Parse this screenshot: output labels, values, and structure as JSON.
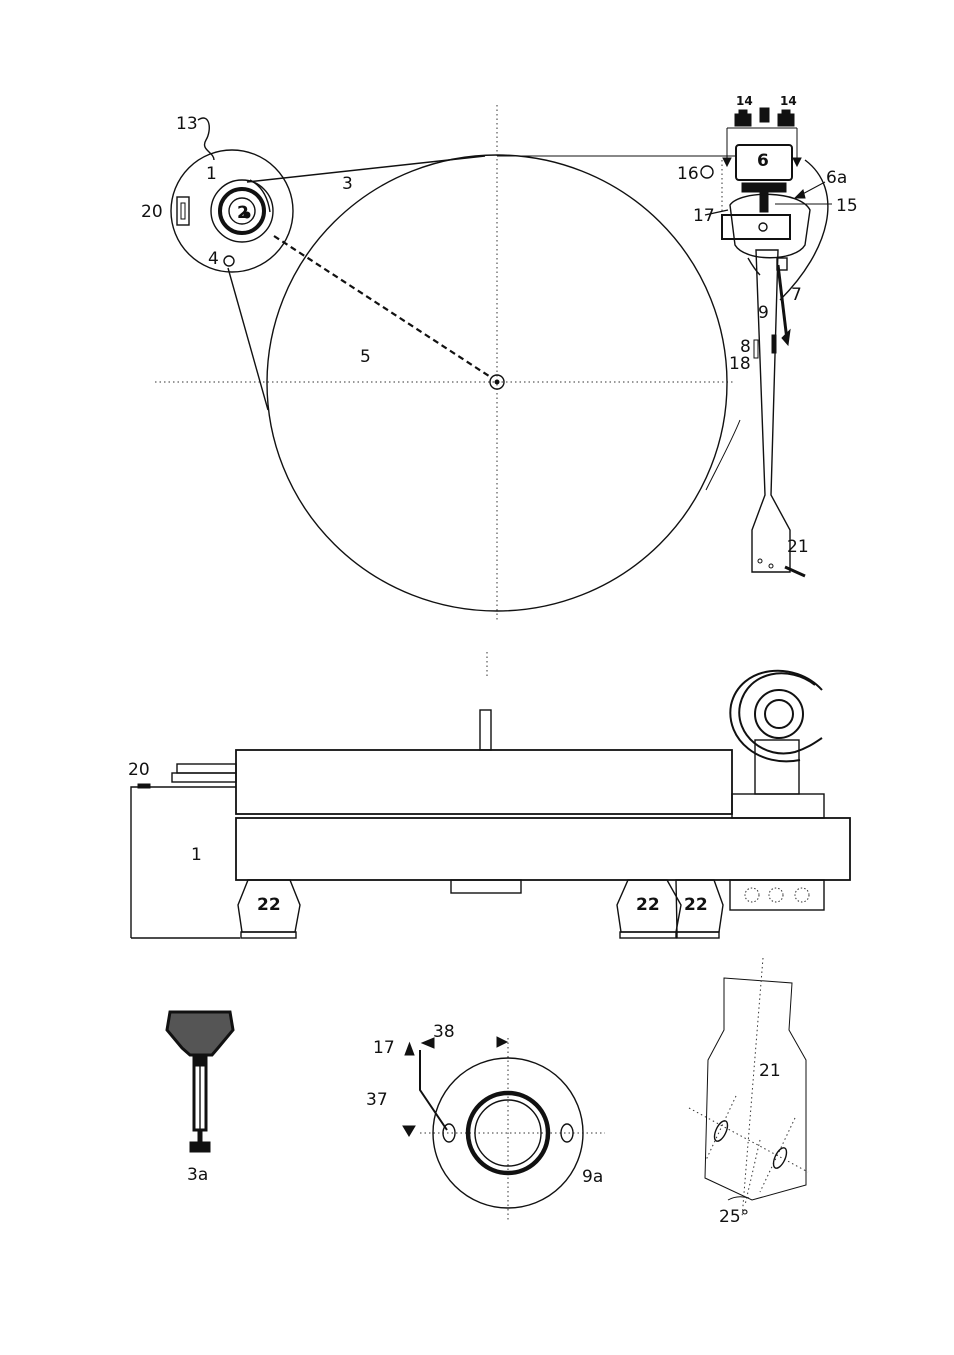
{
  "diagram": {
    "top_view": {
      "labels": {
        "motor_unit": "1",
        "pulley": "2",
        "belt": "3",
        "motor_screw": "4",
        "platter": "5",
        "counterweight": "6",
        "counterweight_arrow": "6a",
        "antiskating_weight": "7",
        "arm_lift": "8",
        "tonearm": "9",
        "wire": "13",
        "weight_screws_left": "14",
        "weight_screws_right": "14",
        "stub": "15",
        "thread_guide": "16",
        "bearing_screw": "17",
        "rest": "18",
        "switch": "20",
        "headshell": "21"
      }
    },
    "side_view": {
      "labels": {
        "switch": "20",
        "motor_unit": "1",
        "foot_left": "22",
        "foot_mid": "22",
        "foot_right": "22"
      }
    },
    "details": {
      "labels": {
        "tool": "3a",
        "bearing_screw": "17",
        "screw_38": "38",
        "screw_37": "37",
        "tonearm_base": "9a",
        "headshell": "21",
        "angle": "25°"
      }
    }
  }
}
